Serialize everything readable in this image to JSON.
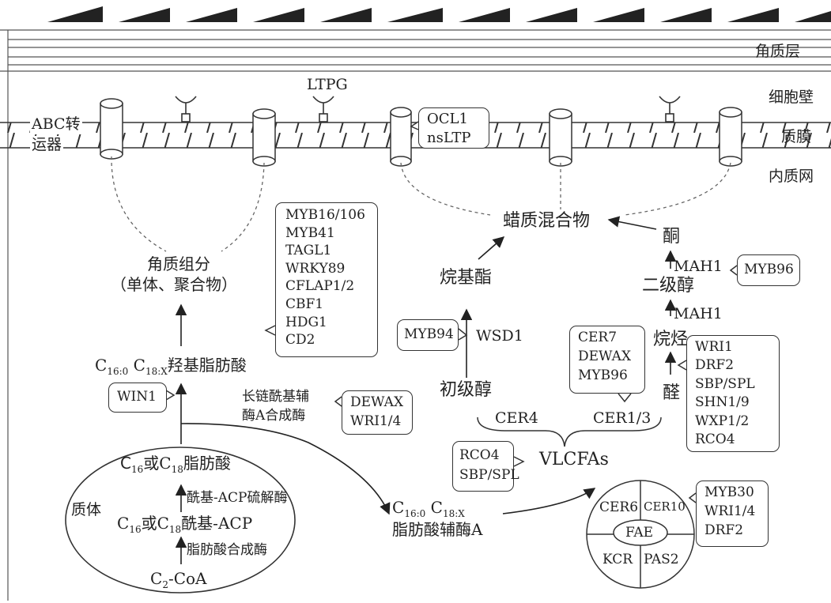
{
  "layers": {
    "cuticle": "角质层",
    "cell_wall": "细胞壁",
    "plasma_membrane": "质膜",
    "er": "内质网"
  },
  "transporters": {
    "abc_line1": "ABC转",
    "abc_line2": "运器",
    "ltpg": "LTPG"
  },
  "transport_box": [
    "OCL1",
    "nsLTP"
  ],
  "cutin_branch": {
    "title_line1": "角质组分",
    "title_line2": "（单体、聚合物）",
    "acid_prefix": "C",
    "acid_sub1": "16:0",
    "acid_mid": " C",
    "acid_sub2": "18:X",
    "acid_suffix": "羟基脂肪酸",
    "regulators": [
      "MYB16/106",
      "MYB41",
      "TAGL1",
      "WRKY89",
      "CFLAP1/2",
      "CBF1",
      "HDG1",
      "CD2"
    ],
    "win1": "WIN1",
    "lacs_line1": "长链酰基辅",
    "lacs_line2": "酶A合成酶",
    "lacs_regulators": [
      "DEWAX",
      "WRI1/4"
    ]
  },
  "plastid": {
    "label": "质体",
    "fatty_acid": "C16或C18脂肪酸",
    "fatty_acid_pre": "C",
    "fatty_acid_sub1": "16",
    "fatty_acid_or": "或C",
    "fatty_acid_sub2": "18",
    "fatty_acid_suf": "脂肪酸",
    "thioesterase": "酰基-ACP硫解酶",
    "acyl_acp_pre": "C",
    "acyl_acp_sub1": "16",
    "acyl_acp_or": "或C",
    "acyl_acp_sub2": "18",
    "acyl_acp_suf": "酰基-ACP",
    "synthase": "脂肪酸合成酶",
    "c2coa_pre": "C",
    "c2coa_sub": "2",
    "c2coa_suf": "-CoA"
  },
  "acyl_coa": {
    "line1_pre": "C",
    "line1_sub1": "16:0",
    "line1_mid": " C",
    "line1_sub2": "18:X",
    "line2": "脂肪酸辅酶A"
  },
  "wax_branch": {
    "wax_mixture": "蜡质混合物",
    "ketone": "酮",
    "mah1_top": "MAH1",
    "myb96_right": "MYB96",
    "secondary_alcohol": "二级醇",
    "mah1_bottom": "MAH1",
    "alkane": "烷烃",
    "alkane_regulators": [
      "WRI1",
      "DRF2",
      "SBP/SPL",
      "SHN1/9",
      "WXP1/2",
      "RCO4"
    ],
    "aldehyde": "醛",
    "cer7_box": [
      "CER7",
      "DEWAX",
      "MYB96"
    ],
    "cer13": "CER1/3",
    "alkyl_ester": "烷基酯",
    "myb94": "MYB94",
    "wsd1": "WSD1",
    "primary_alcohol": "初级醇",
    "cer4": "CER4",
    "rco4_box": [
      "RCO4",
      "SBP/SPL"
    ],
    "vlcfas": "VLCFAs"
  },
  "fae_complex": {
    "cer6": "CER6",
    "cer10": "CER10",
    "fae": "FAE",
    "kcr": "KCR",
    "pas2": "PAS2",
    "regulators": [
      "MYB30",
      "WRI1/4",
      "DRF2"
    ]
  }
}
